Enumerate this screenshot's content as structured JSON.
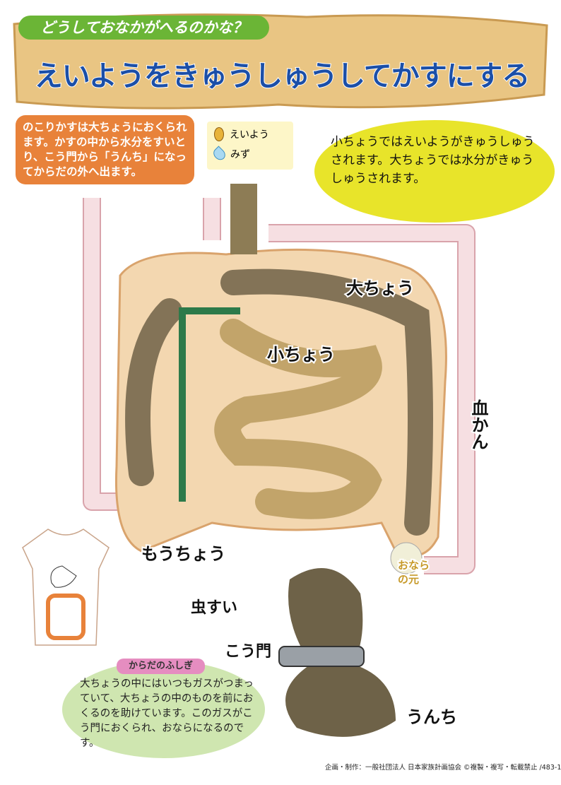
{
  "header": {
    "subtitle": "どうしておなかがへるのかな？",
    "title": "えいようをきゅうしゅうしてかすにする"
  },
  "intro_box": {
    "text": "のこりかすは大ちょうにおくられます。かすの中から水分をすいとり、こう門から「うんち」になってからだの外へ出ます。"
  },
  "legend": {
    "items": [
      {
        "icon": "nutrient-icon",
        "label": "えいよう"
      },
      {
        "icon": "water-drop-icon",
        "label": "みず"
      }
    ]
  },
  "speech_bubble": {
    "text": "小ちょうではえいようがきゅうしゅうされます。大ちょうでは水分がきゅうしゅうされます。"
  },
  "diagram_labels": {
    "large_intestine": "大ちょう",
    "small_intestine": "小ちょう",
    "blood_vessel": "血かん",
    "cecum": "もうちょう",
    "appendix": "虫すい",
    "anus": "こう門",
    "poop": "うんち",
    "gas_source": "おならの元"
  },
  "fun_fact": {
    "heading": "からだのふしぎ",
    "text": "大ちょうの中にはいつもガスがつまっていて、大ちょうの中のものを前におくるのを助けています。このガスがこう門におくられ、おならになるのです。"
  },
  "footer": {
    "credit": "企画・制作：一般社団法人 日本家族計画協会 ©複製・複写・転載禁止 /483-1"
  },
  "colors": {
    "title_blue": "#1b4fa8",
    "orange": "#e8823a",
    "yellow": "#e8e42a",
    "green_pill": "#6bb536",
    "parchment": "#e9c583",
    "vessel_pink": "#f6dfe2",
    "intestine_tan": "#c2a46a",
    "stool_brown": "#6e6248"
  }
}
